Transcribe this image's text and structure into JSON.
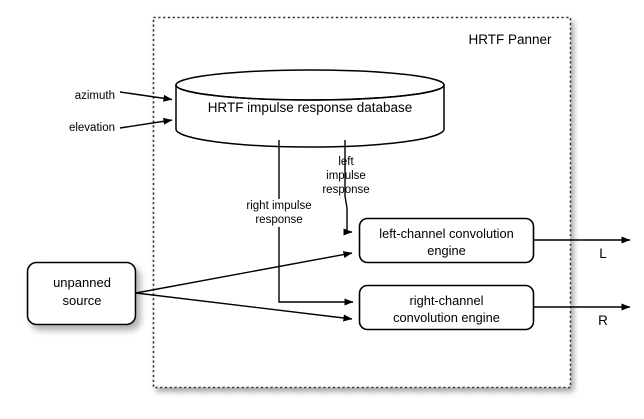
{
  "diagram": {
    "container_label": "HRTF Panner",
    "nodes": {
      "database": {
        "label": "HRTF impulse response database",
        "shape": "cylinder"
      },
      "source": {
        "label_line1": "unpanned",
        "label_line2": "source",
        "shape": "rounded-rect-shadow"
      },
      "left_engine": {
        "label_line1": "left-channel convolution",
        "label_line2": "engine",
        "shape": "rounded-rect"
      },
      "right_engine": {
        "label_line1": "right-channel",
        "label_line2": "convolution engine",
        "shape": "rounded-rect"
      }
    },
    "inputs": [
      {
        "label": "azimuth"
      },
      {
        "label": "elevation"
      }
    ],
    "edge_labels": {
      "left_impulse": {
        "line1": "left",
        "line2": "impulse",
        "line3": "response"
      },
      "right_impulse": {
        "line1": "right impulse",
        "line2": "response"
      }
    },
    "outputs": [
      {
        "label": "L"
      },
      {
        "label": "R"
      }
    ],
    "colors": {
      "stroke": "#000000",
      "background": "#ffffff",
      "dashed_border": "#333333",
      "shadow": "#bbbbbb"
    }
  }
}
